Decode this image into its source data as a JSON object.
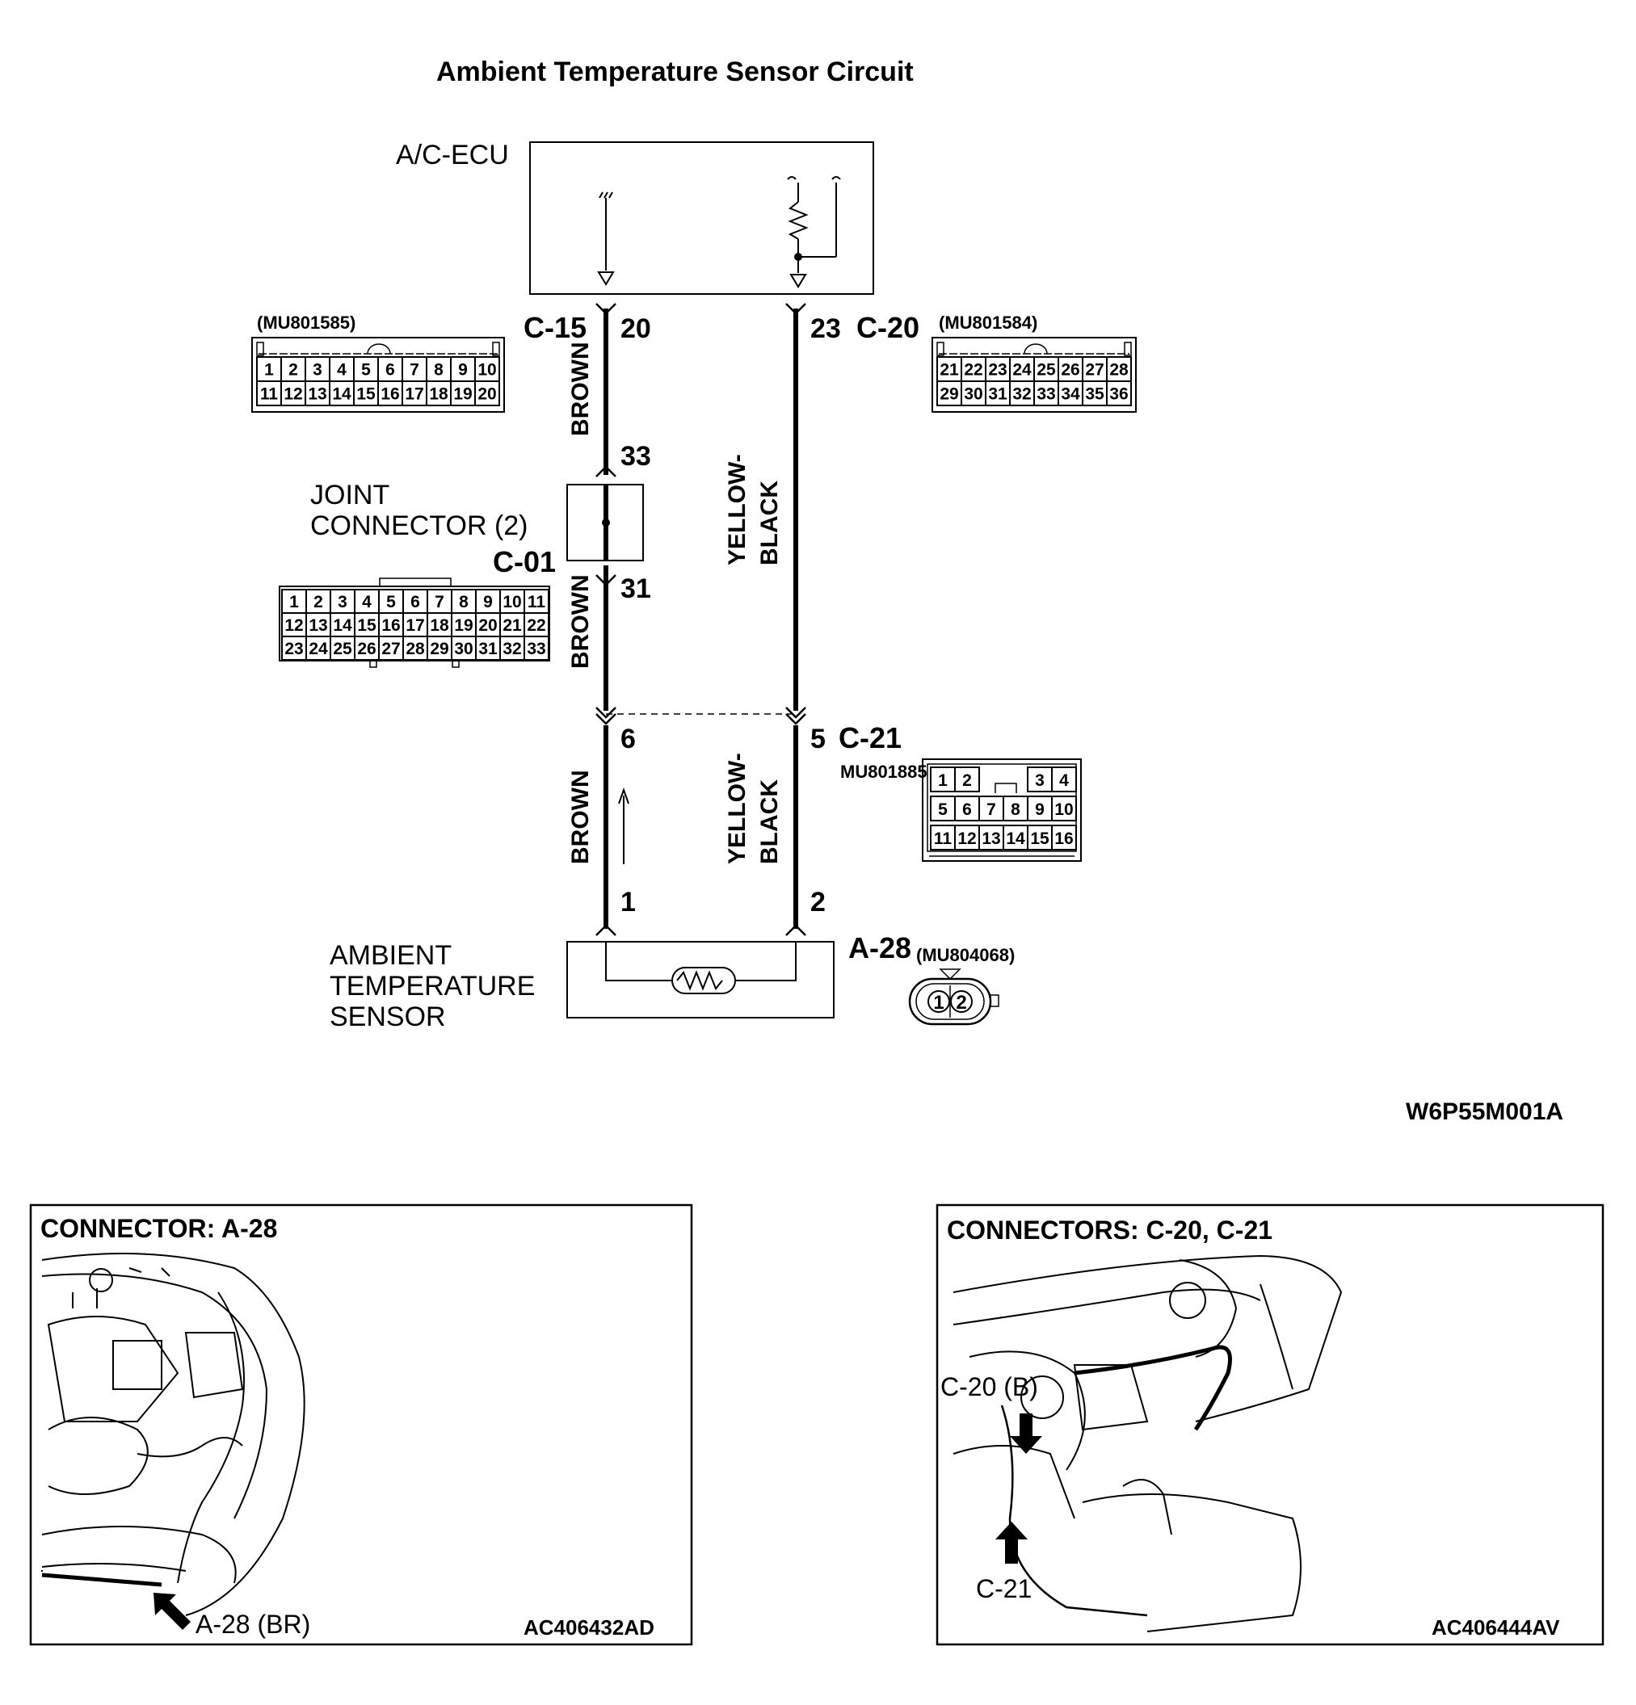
{
  "title": "Ambient Temperature Sensor Circuit",
  "ecu_label": "A/C-ECU",
  "joint_connector": {
    "line1": "JOINT",
    "line2": "CONNECTOR (2)",
    "code": "C-01"
  },
  "sensor": {
    "line1": "AMBIENT",
    "line2": "TEMPERATURE",
    "line3": "SENSOR"
  },
  "connectors": {
    "c15": {
      "name": "C-15",
      "part": "(MU801585)",
      "pin": "20",
      "row1": [
        "1",
        "2",
        "3",
        "4",
        "5",
        "6",
        "7",
        "8",
        "9",
        "10"
      ],
      "row2": [
        "11",
        "12",
        "13",
        "14",
        "15",
        "16",
        "17",
        "18",
        "19",
        "20"
      ]
    },
    "c20": {
      "name": "C-20",
      "part": "(MU801584)",
      "pin": "23",
      "row1": [
        "21",
        "22",
        "23",
        "24",
        "25",
        "26",
        "27",
        "28"
      ],
      "row2": [
        "29",
        "30",
        "31",
        "32",
        "33",
        "34",
        "35",
        "36"
      ]
    },
    "c01": {
      "pin_top": "33",
      "pin_bottom": "31",
      "row1": [
        "1",
        "2",
        "3",
        "4",
        "5",
        "6",
        "7",
        "8",
        "9",
        "10",
        "11"
      ],
      "row2": [
        "12",
        "13",
        "14",
        "15",
        "16",
        "17",
        "18",
        "19",
        "20",
        "21",
        "22"
      ],
      "row3": [
        "23",
        "24",
        "25",
        "26",
        "27",
        "28",
        "29",
        "30",
        "31",
        "32",
        "33"
      ]
    },
    "c21": {
      "name": "C-21",
      "part": "MU801885",
      "pin_left": "6",
      "pin_right": "5",
      "row1": [
        "1",
        "2",
        "3",
        "4"
      ],
      "row2": [
        "5",
        "6",
        "7",
        "8",
        "9",
        "10"
      ],
      "row3": [
        "11",
        "12",
        "13",
        "14",
        "15",
        "16"
      ]
    },
    "a28": {
      "name": "A-28",
      "part": "(MU804068)",
      "pin_left": "1",
      "pin_right": "2",
      "pins": [
        "1",
        "2"
      ]
    }
  },
  "wires": {
    "left": "BROWN",
    "right_line1": "YELLOW-",
    "right_line2": "BLACK"
  },
  "diagram_code": "W6P55M001A",
  "panel_left": {
    "title": "CONNECTOR: A-28",
    "callout": "A-28 (BR)",
    "code": "AC406432AD"
  },
  "panel_right": {
    "title": "CONNECTORS: C-20, C-21",
    "callout_top": "C-20 (B)",
    "callout_bottom": "C-21",
    "code": "AC406444AV"
  },
  "colors": {
    "ink": "#000000",
    "background": "#ffffff"
  }
}
